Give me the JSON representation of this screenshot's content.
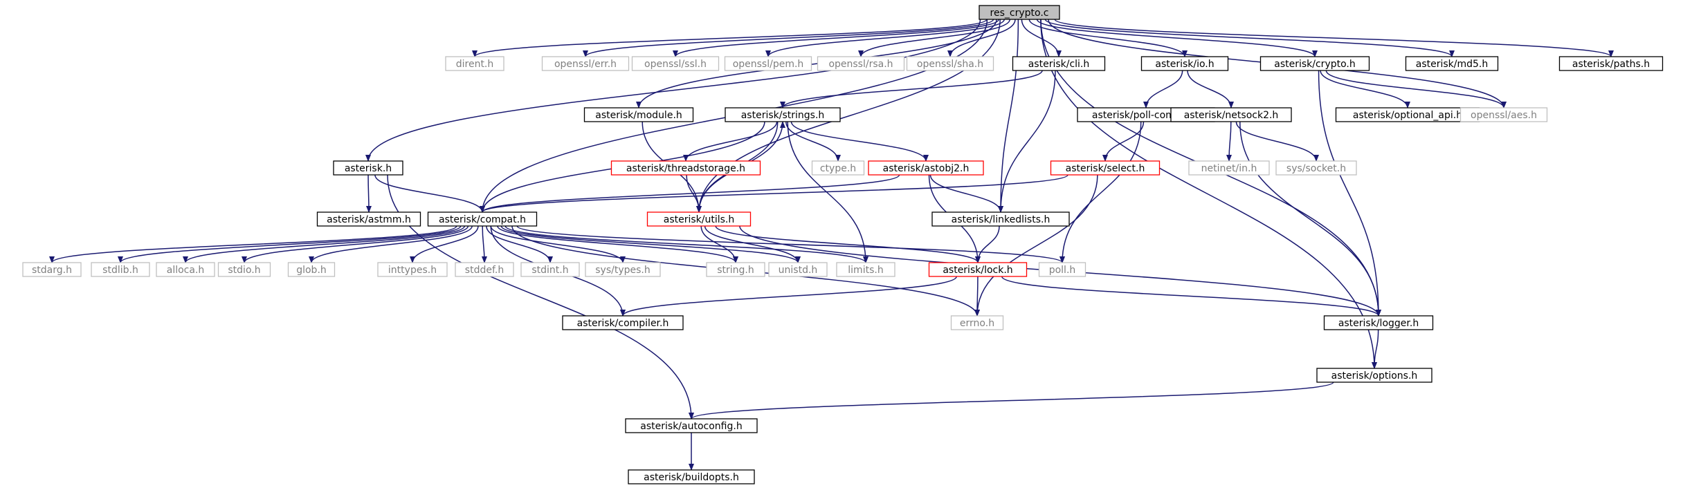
{
  "colors": {
    "edge": "#191970",
    "box_black": "#000000",
    "box_gray": "#bfbfbf",
    "box_red": "#ff0000",
    "root_fill": "#bfbfbf",
    "text_dark": "#000000",
    "text_gray": "#7f7f7f"
  },
  "nodes": [
    {
      "id": "res_crypto",
      "label": "res_crypto.c",
      "style": "root"
    },
    {
      "id": "asterisk_h",
      "label": "asterisk.h",
      "style": "black"
    },
    {
      "id": "compat",
      "label": "asterisk/compat.h",
      "style": "black"
    },
    {
      "id": "dirent",
      "label": "dirent.h",
      "style": "gray"
    },
    {
      "id": "err",
      "label": "openssl/err.h",
      "style": "gray"
    },
    {
      "id": "ssl",
      "label": "openssl/ssl.h",
      "style": "gray"
    },
    {
      "id": "pem",
      "label": "openssl/pem.h",
      "style": "gray"
    },
    {
      "id": "rsa",
      "label": "openssl/rsa.h",
      "style": "gray"
    },
    {
      "id": "sha",
      "label": "openssl/sha.h",
      "style": "gray"
    },
    {
      "id": "cli",
      "label": "asterisk/cli.h",
      "style": "black"
    },
    {
      "id": "io",
      "label": "asterisk/io.h",
      "style": "black"
    },
    {
      "id": "crypto",
      "label": "asterisk/crypto.h",
      "style": "black"
    },
    {
      "id": "md5",
      "label": "asterisk/md5.h",
      "style": "black"
    },
    {
      "id": "paths",
      "label": "asterisk/paths.h",
      "style": "black"
    },
    {
      "id": "module",
      "label": "asterisk/module.h",
      "style": "black"
    },
    {
      "id": "strings",
      "label": "asterisk/strings.h",
      "style": "black"
    },
    {
      "id": "pollcompat",
      "label": "asterisk/poll-compat.h",
      "style": "black"
    },
    {
      "id": "netsock2",
      "label": "asterisk/netsock2.h",
      "style": "black"
    },
    {
      "id": "optional_api",
      "label": "asterisk/optional_api.h",
      "style": "black"
    },
    {
      "id": "aes",
      "label": "openssl/aes.h",
      "style": "gray"
    },
    {
      "id": "threadstorage",
      "label": "asterisk/threadstorage.h",
      "style": "red"
    },
    {
      "id": "ctype",
      "label": "ctype.h",
      "style": "gray"
    },
    {
      "id": "astobj2",
      "label": "asterisk/astobj2.h",
      "style": "red"
    },
    {
      "id": "select",
      "label": "asterisk/select.h",
      "style": "red"
    },
    {
      "id": "netinet",
      "label": "netinet/in.h",
      "style": "gray"
    },
    {
      "id": "syssocket",
      "label": "sys/socket.h",
      "style": "gray"
    },
    {
      "id": "astmm",
      "label": "asterisk/astmm.h",
      "style": "black"
    },
    {
      "id": "utils",
      "label": "asterisk/utils.h",
      "style": "red"
    },
    {
      "id": "linkedlists",
      "label": "asterisk/linkedlists.h",
      "style": "black"
    },
    {
      "id": "stdarg",
      "label": "stdarg.h",
      "style": "gray"
    },
    {
      "id": "stdlib",
      "label": "stdlib.h",
      "style": "gray"
    },
    {
      "id": "alloca",
      "label": "alloca.h",
      "style": "gray"
    },
    {
      "id": "stdio",
      "label": "stdio.h",
      "style": "gray"
    },
    {
      "id": "glob",
      "label": "glob.h",
      "style": "gray"
    },
    {
      "id": "inttypes",
      "label": "inttypes.h",
      "style": "gray"
    },
    {
      "id": "stddef",
      "label": "stddef.h",
      "style": "gray"
    },
    {
      "id": "stdint",
      "label": "stdint.h",
      "style": "gray"
    },
    {
      "id": "systypes",
      "label": "sys/types.h",
      "style": "gray"
    },
    {
      "id": "string",
      "label": "string.h",
      "style": "gray"
    },
    {
      "id": "unistd",
      "label": "unistd.h",
      "style": "gray"
    },
    {
      "id": "limits",
      "label": "limits.h",
      "style": "gray"
    },
    {
      "id": "poll",
      "label": "poll.h",
      "style": "gray"
    },
    {
      "id": "lock",
      "label": "asterisk/lock.h",
      "style": "red"
    },
    {
      "id": "compiler",
      "label": "asterisk/compiler.h",
      "style": "black"
    },
    {
      "id": "errno",
      "label": "errno.h",
      "style": "gray"
    },
    {
      "id": "logger",
      "label": "asterisk/logger.h",
      "style": "black"
    },
    {
      "id": "options",
      "label": "asterisk/options.h",
      "style": "black"
    },
    {
      "id": "autoconfig",
      "label": "asterisk/autoconfig.h",
      "style": "black"
    },
    {
      "id": "buildopts",
      "label": "asterisk/buildopts.h",
      "style": "black"
    }
  ],
  "edges": [
    [
      "res_crypto",
      "asterisk_h"
    ],
    [
      "res_crypto",
      "compat"
    ],
    [
      "res_crypto",
      "dirent"
    ],
    [
      "res_crypto",
      "err"
    ],
    [
      "res_crypto",
      "ssl"
    ],
    [
      "res_crypto",
      "pem"
    ],
    [
      "res_crypto",
      "rsa"
    ],
    [
      "res_crypto",
      "sha"
    ],
    [
      "res_crypto",
      "module"
    ],
    [
      "res_crypto",
      "cli"
    ],
    [
      "res_crypto",
      "io"
    ],
    [
      "res_crypto",
      "crypto"
    ],
    [
      "res_crypto",
      "md5"
    ],
    [
      "res_crypto",
      "paths"
    ],
    [
      "res_crypto",
      "aes"
    ],
    [
      "res_crypto",
      "utils"
    ],
    [
      "res_crypto",
      "linkedlists"
    ],
    [
      "res_crypto",
      "logger"
    ],
    [
      "res_crypto",
      "options"
    ],
    [
      "asterisk_h",
      "astmm"
    ],
    [
      "asterisk_h",
      "compat"
    ],
    [
      "asterisk_h",
      "autoconfig"
    ],
    [
      "cli",
      "strings"
    ],
    [
      "cli",
      "linkedlists"
    ],
    [
      "io",
      "pollcompat"
    ],
    [
      "io",
      "netsock2"
    ],
    [
      "crypto",
      "optional_api"
    ],
    [
      "crypto",
      "aes"
    ],
    [
      "crypto",
      "logger"
    ],
    [
      "module",
      "utils"
    ],
    [
      "strings",
      "threadstorage"
    ],
    [
      "strings",
      "ctype"
    ],
    [
      "strings",
      "astobj2"
    ],
    [
      "strings",
      "utils"
    ],
    [
      "strings",
      "limits"
    ],
    [
      "strings",
      "compat"
    ],
    [
      "pollcompat",
      "select"
    ],
    [
      "pollcompat",
      "poll"
    ],
    [
      "netsock2",
      "netinet"
    ],
    [
      "netsock2",
      "syssocket"
    ],
    [
      "netsock2",
      "logger"
    ],
    [
      "threadstorage",
      "utils"
    ],
    [
      "astobj2",
      "compat"
    ],
    [
      "astobj2",
      "linkedlists"
    ],
    [
      "astobj2",
      "lock"
    ],
    [
      "select",
      "compat"
    ],
    [
      "select",
      "errno"
    ],
    [
      "utils",
      "strings"
    ],
    [
      "utils",
      "string"
    ],
    [
      "utils",
      "unistd"
    ],
    [
      "utils",
      "lock"
    ],
    [
      "utils",
      "logger"
    ],
    [
      "linkedlists",
      "lock"
    ],
    [
      "compat",
      "stdarg"
    ],
    [
      "compat",
      "stdlib"
    ],
    [
      "compat",
      "alloca"
    ],
    [
      "compat",
      "stdio"
    ],
    [
      "compat",
      "glob"
    ],
    [
      "compat",
      "inttypes"
    ],
    [
      "compat",
      "stddef"
    ],
    [
      "compat",
      "stdint"
    ],
    [
      "compat",
      "systypes"
    ],
    [
      "compat",
      "string"
    ],
    [
      "compat",
      "unistd"
    ],
    [
      "compat",
      "limits"
    ],
    [
      "compat",
      "poll"
    ],
    [
      "compat",
      "compiler"
    ],
    [
      "compat",
      "errno"
    ],
    [
      "lock",
      "compiler"
    ],
    [
      "lock",
      "errno"
    ],
    [
      "lock",
      "logger"
    ],
    [
      "logger",
      "options"
    ],
    [
      "options",
      "autoconfig"
    ],
    [
      "autoconfig",
      "buildopts"
    ]
  ]
}
